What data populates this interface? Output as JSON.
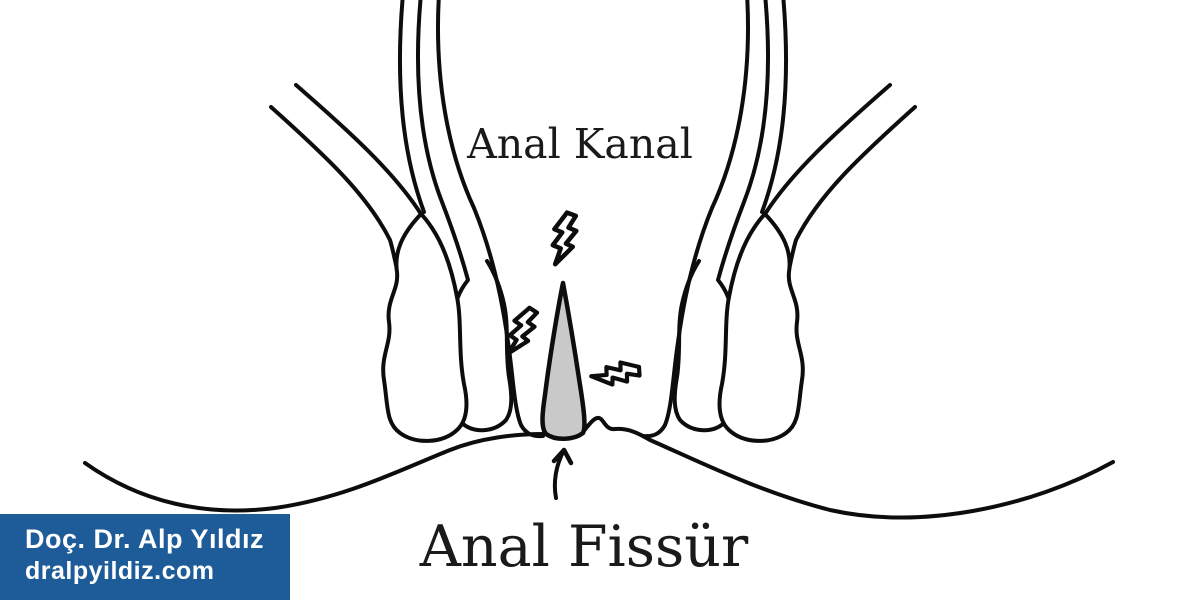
{
  "labels": {
    "anal_canal": "Anal Kanal",
    "anal_fissure": "Anal Fissür"
  },
  "badge": {
    "doctor_name": "Doç. Dr. Alp Yıldız",
    "website": "dralpyildiz.com",
    "bg_color": "#1e5c99",
    "text_color": "#ffffff"
  },
  "drawing": {
    "line_color": "#0d0d0d",
    "fissure_fill": "#c9c9c9",
    "background": "#ffffff",
    "pain_bolt_count": "3"
  }
}
